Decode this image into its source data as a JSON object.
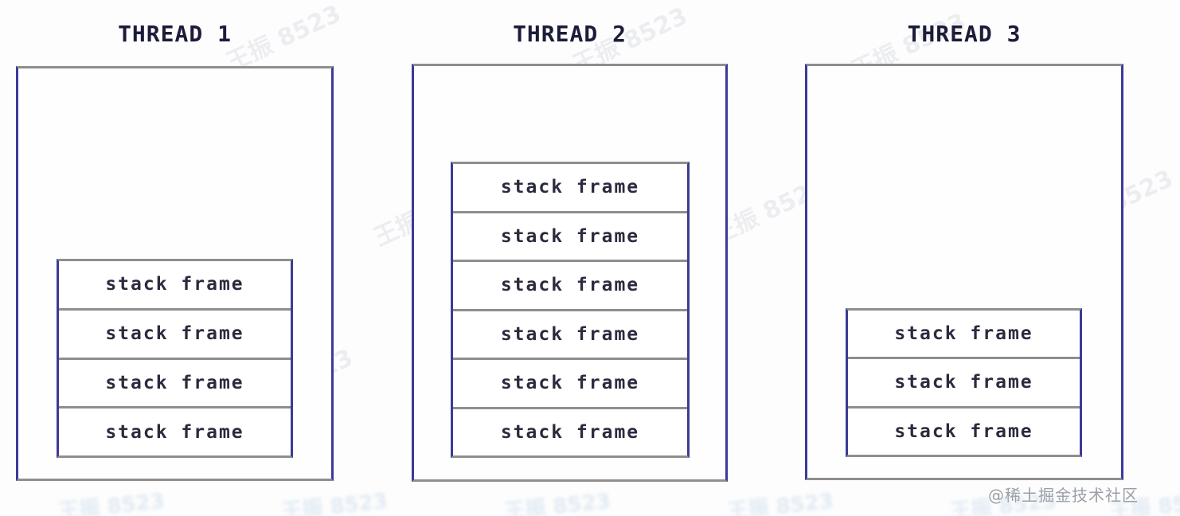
{
  "diagram": {
    "threads": [
      {
        "title": "THREAD 1",
        "frames": [
          "stack frame",
          "stack frame",
          "stack frame",
          "stack frame"
        ]
      },
      {
        "title": "THREAD 2",
        "frames": [
          "stack frame",
          "stack frame",
          "stack frame",
          "stack frame",
          "stack frame",
          "stack frame"
        ]
      },
      {
        "title": "THREAD 3",
        "frames": [
          "stack frame",
          "stack frame",
          "stack frame"
        ]
      }
    ],
    "watermark_text": "王振 8523",
    "credit": "@稀土掘金技术社区"
  },
  "colors": {
    "border_vertical": "#3a3a99",
    "border_horizontal": "#8e8e8e",
    "title_text": "#1c1c3a",
    "frame_text": "#2b2b3f",
    "credit_text": "#9aa0a6"
  }
}
